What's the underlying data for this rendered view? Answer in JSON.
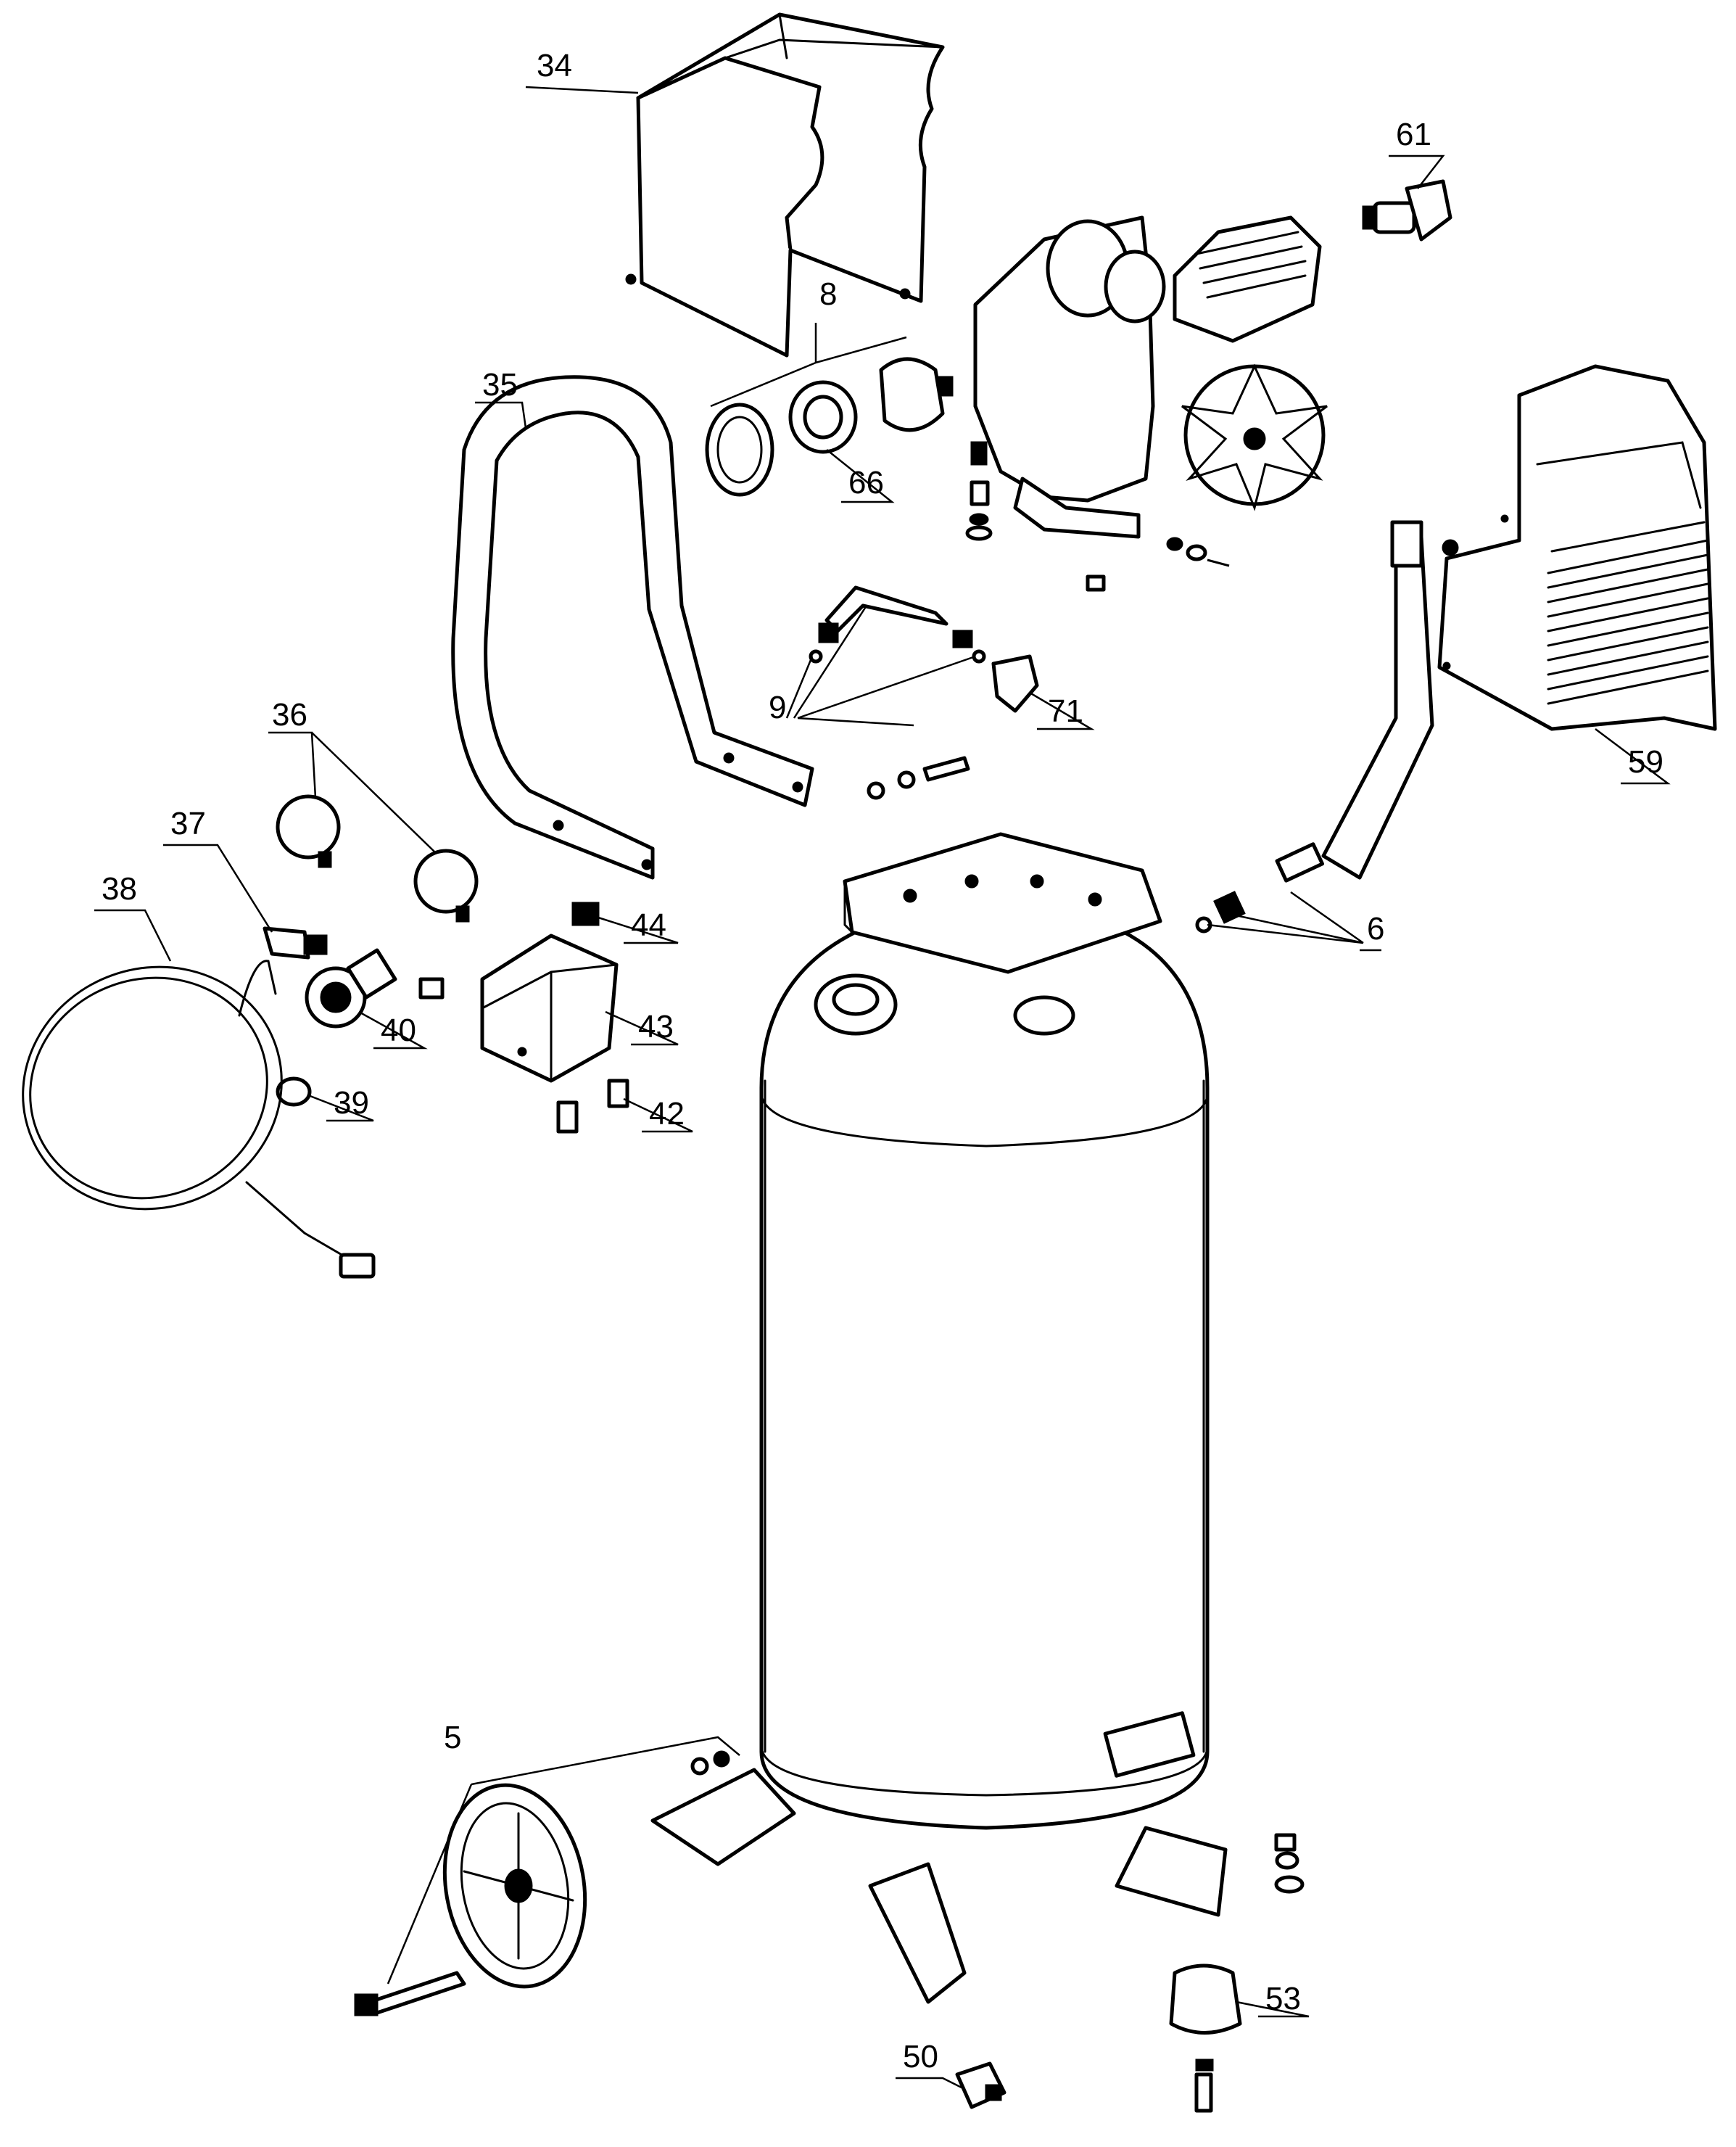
{
  "callouts": [
    {
      "id": "c34",
      "label": "34"
    },
    {
      "id": "c8",
      "label": "8"
    },
    {
      "id": "c61",
      "label": "61"
    },
    {
      "id": "c35",
      "label": "35"
    },
    {
      "id": "c66",
      "label": "66"
    },
    {
      "id": "c9",
      "label": "9"
    },
    {
      "id": "c71",
      "label": "71"
    },
    {
      "id": "c59",
      "label": "59"
    },
    {
      "id": "c36",
      "label": "36"
    },
    {
      "id": "c37",
      "label": "37"
    },
    {
      "id": "c38",
      "label": "38"
    },
    {
      "id": "c44",
      "label": "44"
    },
    {
      "id": "c6",
      "label": "6"
    },
    {
      "id": "c40",
      "label": "40"
    },
    {
      "id": "c43",
      "label": "43"
    },
    {
      "id": "c39",
      "label": "39"
    },
    {
      "id": "c42",
      "label": "42"
    },
    {
      "id": "c5",
      "label": "5"
    },
    {
      "id": "c53",
      "label": "53"
    },
    {
      "id": "c50",
      "label": "50"
    }
  ]
}
